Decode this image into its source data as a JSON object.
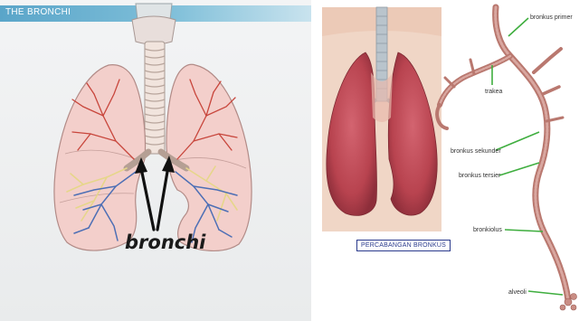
{
  "left_panel": {
    "header_title": "THE BRONCHI",
    "pointer_label": "bronchi"
  },
  "right_panel": {
    "caption": "PERCABANGAN BRONKUS",
    "labels": {
      "bronkus_primer": "bronkus primer",
      "trakea": "trakea",
      "bronkus_sekunder": "bronkus sekunder",
      "bronkus_tersier": "bronkus tersier",
      "bronkiolus": "bronkiolus",
      "alveoli": "alveoli"
    }
  },
  "colors": {
    "header_blue": "#5aa5c9",
    "lung_pink": "#f3cfcb",
    "lung_outline": "#b28b87",
    "artery_red": "#c8463c",
    "vein_blue": "#4d6fb5",
    "bronchi_yellow": "#e6d68a",
    "lung_red": "#b8434f",
    "pointer_green": "#3fae3f"
  }
}
